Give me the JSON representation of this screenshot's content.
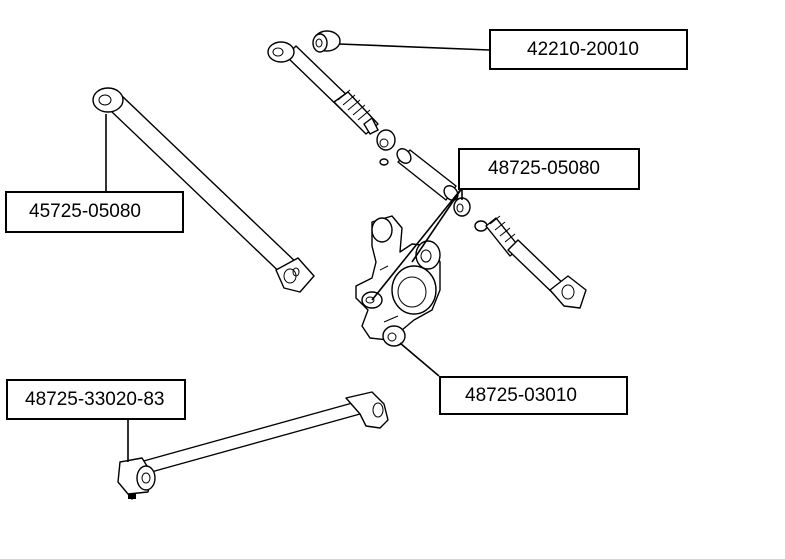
{
  "part_numbers": {
    "bushing_top": "42210-20010",
    "upper_arm_left": "45725-05080",
    "knuckle_upper": "48725-05080",
    "knuckle_lower": "48725-03010",
    "trailing_arm": "48725-33020-83"
  },
  "colors": {
    "line": "#000000",
    "background": "#ffffff"
  }
}
